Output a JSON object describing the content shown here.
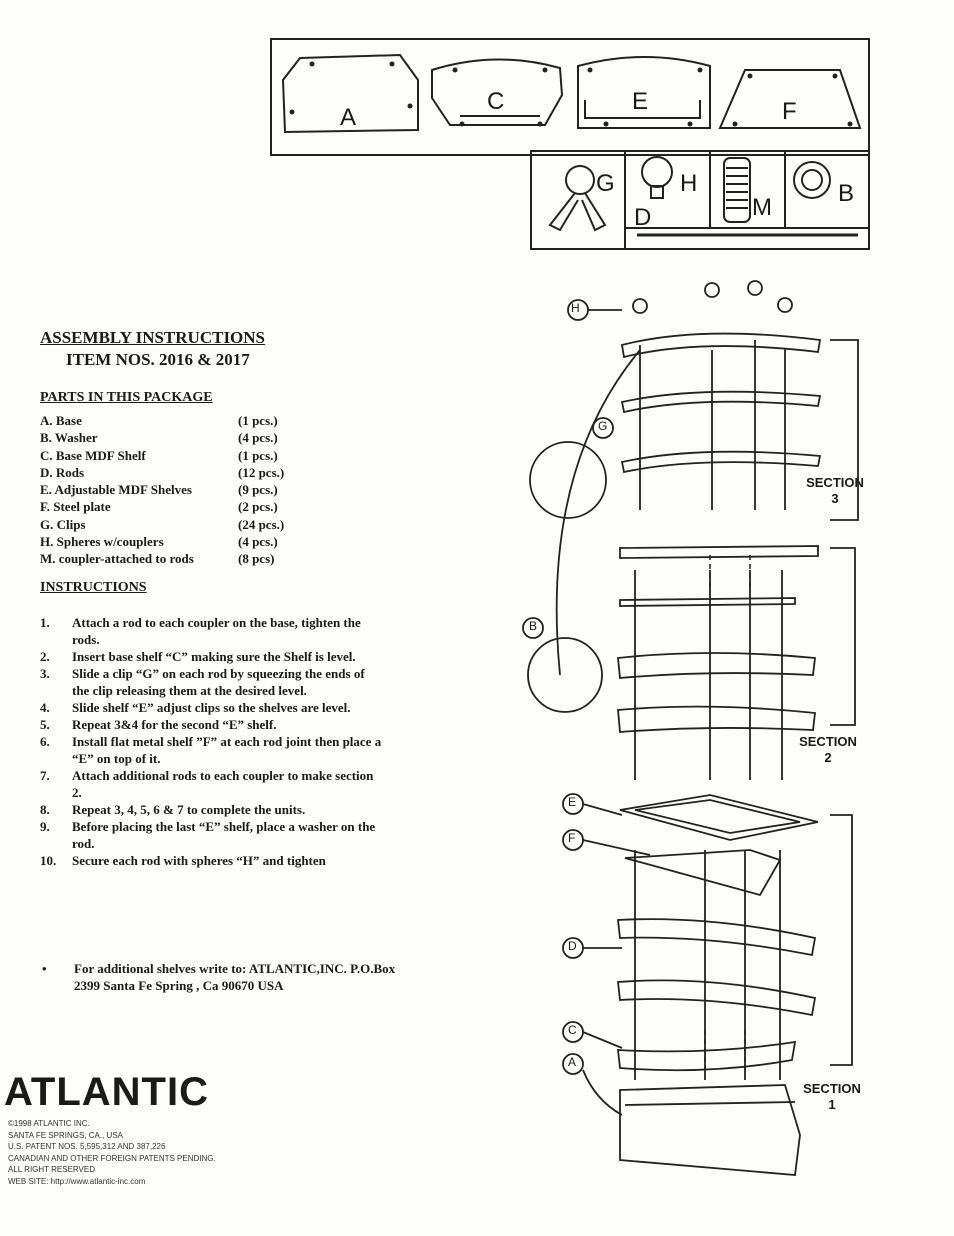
{
  "parts_diagram": {
    "labels": [
      "A",
      "C",
      "E",
      "F",
      "G",
      "H",
      "M",
      "B",
      "D"
    ]
  },
  "header": {
    "title": "ASSEMBLY INSTRUCTIONS",
    "item_numbers": "ITEM NOS. 2016 & 2017"
  },
  "parts_section": {
    "heading": "PARTS IN THIS PACKAGE",
    "items": [
      {
        "name": "A.  Base",
        "qty": "(1 pcs.)"
      },
      {
        "name": "B.  Washer",
        "qty": "(4 pcs.)"
      },
      {
        "name": "C.  Base  MDF Shelf",
        "qty": "(1 pcs.)"
      },
      {
        "name": "D.  Rods",
        "qty": "(12 pcs.)"
      },
      {
        "name": "E.  Adjustable MDF Shelves",
        "qty": "(9 pcs.)"
      },
      {
        "name": "F.  Steel plate",
        "qty": "(2 pcs.)"
      },
      {
        "name": "G.  Clips",
        "qty": "(24 pcs.)"
      },
      {
        "name": "H.  Spheres w/couplers",
        "qty": "(4 pcs.)"
      },
      {
        "name": "M.  coupler-attached to rods",
        "qty": "(8 pcs)"
      }
    ]
  },
  "instructions_section": {
    "heading": "INSTRUCTIONS",
    "steps": [
      {
        "num": "1.",
        "text": "Attach a rod to each coupler on the base, tighten the rods."
      },
      {
        "num": "2.",
        "text": "Insert base shelf “C” making sure the Shelf is level."
      },
      {
        "num": "3.",
        "text": "Slide a clip “G” on each rod by squeezing the ends of the clip releasing them at the desired level."
      },
      {
        "num": "4.",
        "text": "Slide shelf “E” adjust clips so the shelves are level."
      },
      {
        "num": "5.",
        "text": "Repeat 3&4 for the second “E” shelf."
      },
      {
        "num": "6.",
        "text": "Install flat metal shelf ”F” at each rod joint then place a “E” on top of it."
      },
      {
        "num": "7.",
        "text": "Attach additional rods to each coupler to make section 2."
      },
      {
        "num": "8.",
        "text": "Repeat 3, 4, 5, 6 & 7 to complete the units."
      },
      {
        "num": "9.",
        "text": "Before placing the last “E” shelf, place a washer on the rod."
      },
      {
        "num": "10.",
        "text": "Secure each rod with spheres “H” and tighten"
      }
    ]
  },
  "note": {
    "bullet": "•",
    "text": "For additional shelves write to: ATLANTIC,INC. P.O.Box 2399 Santa Fe Spring , Ca 90670 USA"
  },
  "brand": {
    "logo": "ATLANTIC",
    "legal_lines": [
      "©1998 ATLANTIC INC.",
      "SANTA FE SPRINGS, CA., USA",
      "U.S. PATENT NOS. 5,595,312 AND 387,226",
      "CANADIAN AND OTHER FOREIGN PATENTS PENDING.",
      "ALL RIGHT RESERVED",
      "WEB SITE: http://www.atlantic-inc.com"
    ]
  },
  "assembly_diagram": {
    "callouts": [
      "H",
      "G",
      "B",
      "E",
      "F",
      "D",
      "C",
      "A"
    ],
    "sections": [
      {
        "word": "SECTION",
        "num": "3"
      },
      {
        "word": "SECTION",
        "num": "2"
      },
      {
        "word": "SECTION",
        "num": "1"
      }
    ]
  }
}
